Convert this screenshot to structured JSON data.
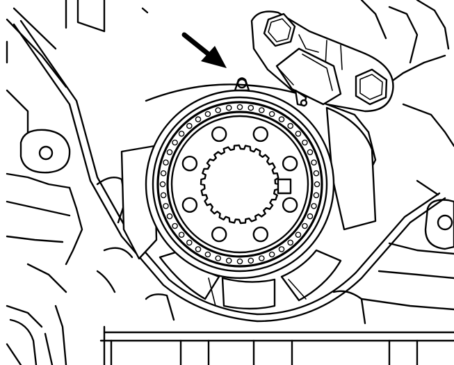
{
  "diagram": {
    "kind": "technical-line-drawing",
    "subject": "crankshaft-timing-pulley-with-timing-mark-and-sensor",
    "line_color": "#000000",
    "background_color": "#ffffff",
    "pulley": {
      "bolt_hole_count": 8,
      "tooth_count": 44,
      "center_spline_count": 22
    },
    "sensor_bolt_count": 2,
    "annotation_count": 1,
    "icons": {
      "pointer": "arrow-icon"
    }
  }
}
